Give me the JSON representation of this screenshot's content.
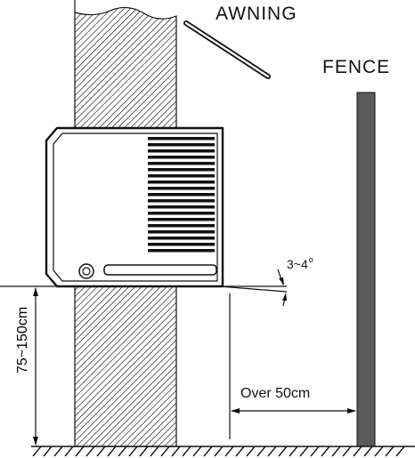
{
  "labels": {
    "awning": "AWNING",
    "fence": "FENCE",
    "angle": "3~4",
    "angle_unit": "o",
    "clearance": "Over 50cm",
    "height": "75~150cm"
  }
}
